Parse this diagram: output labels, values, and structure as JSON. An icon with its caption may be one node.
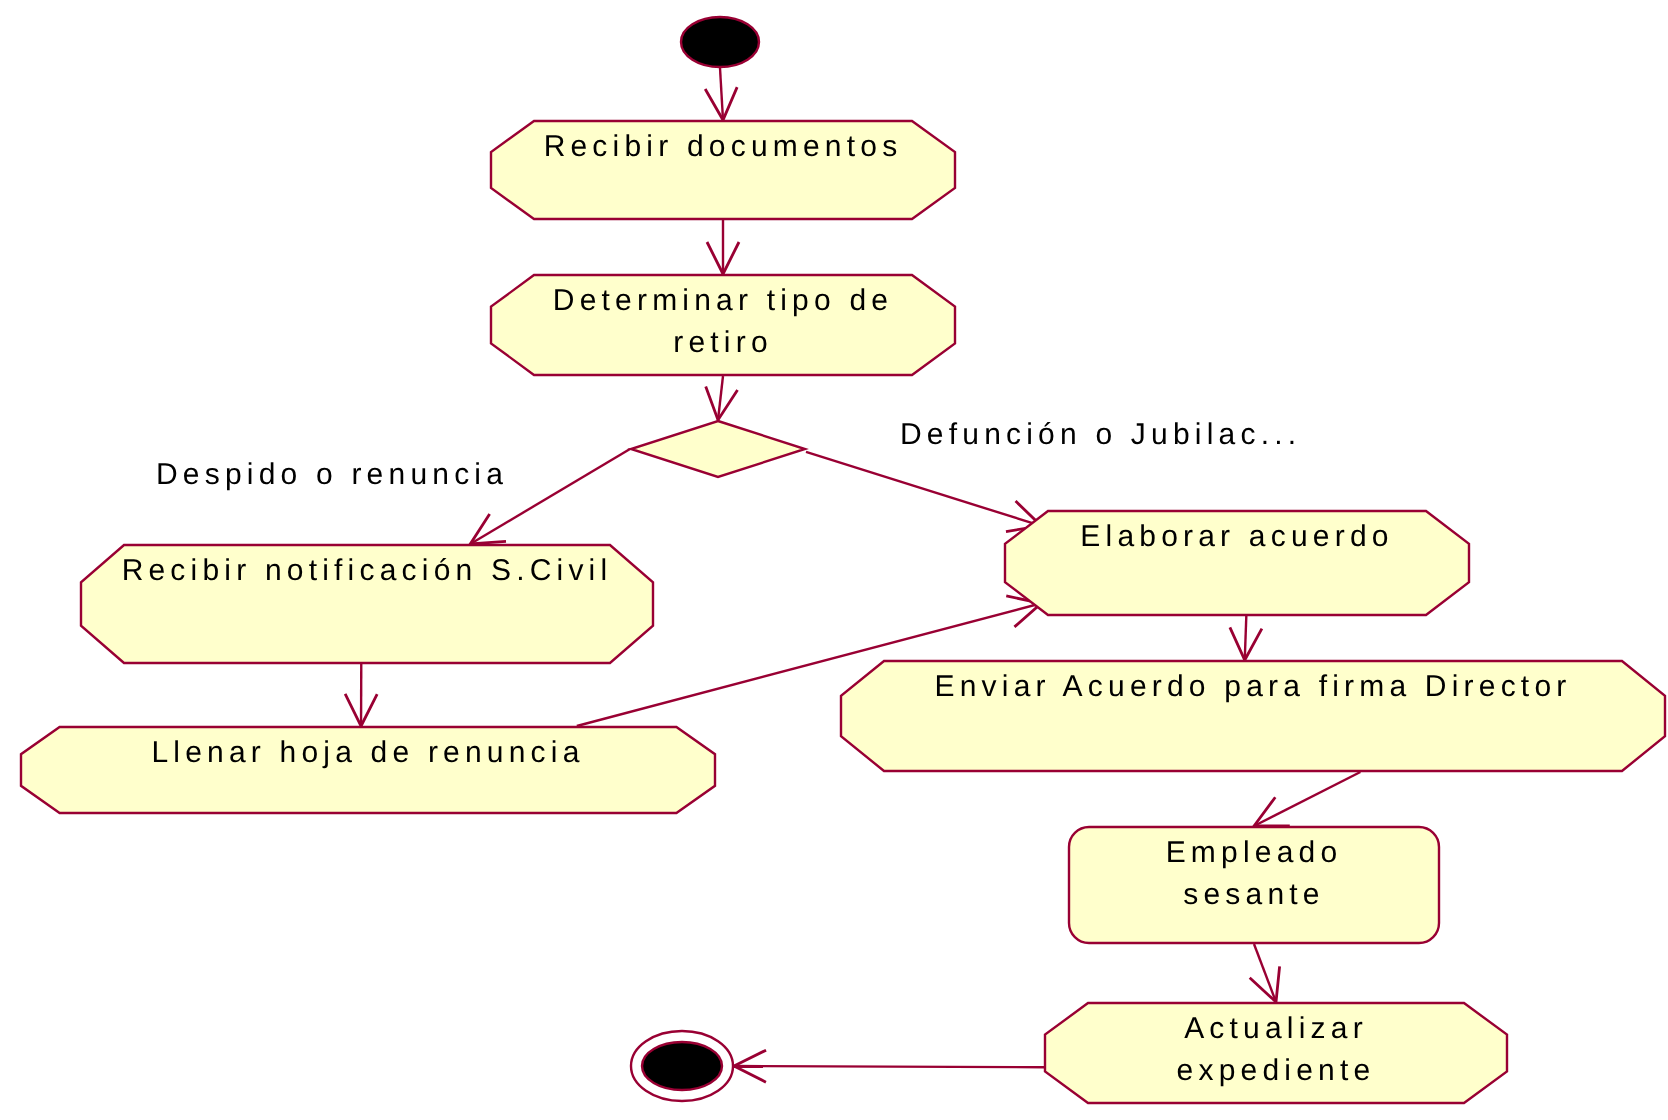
{
  "diagram": {
    "nodes": [
      {
        "text": [],
        "shape": "circle"
      },
      {
        "text": [
          "Recibir documentos"
        ]
      },
      {
        "text": [
          "Determinar tipo de retiro"
        ]
      },
      {
        "text": [],
        "shape": "diamond"
      },
      {
        "text": [
          "Recibir notificación S.Civil"
        ]
      },
      {
        "text": [
          "Llenar hoja de renuncia"
        ]
      },
      {
        "text": [
          "Elaborar acuerdo"
        ]
      },
      {
        "text": [
          "Enviar Acuerdo para firma Director"
        ]
      },
      {
        "text": [
          "Empleado sesante"
        ]
      },
      {
        "text": [
          "Actualizar expediente"
        ]
      },
      {
        "text": [],
        "shape": "circle"
      }
    ],
    "edges": [
      {
        "from": 0,
        "to": 1,
        "arrow": "to"
      },
      {
        "from": 1,
        "to": 2,
        "arrow": "to"
      },
      {
        "from": 2,
        "to": 3,
        "arrow": "to"
      },
      {
        "from": 3,
        "to": 4,
        "arrow": "to",
        "label": "Despido o renuncia"
      },
      {
        "from": 3,
        "to": 6,
        "arrow": "to",
        "label": "Defunción o Jubilac..."
      },
      {
        "from": 4,
        "to": 5,
        "arrow": "to"
      },
      {
        "from": 5,
        "to": 6,
        "arrow": "to"
      },
      {
        "from": 6,
        "to": 7,
        "arrow": "to"
      },
      {
        "from": 7,
        "to": 8,
        "arrow": "to"
      },
      {
        "from": 8,
        "to": 9,
        "arrow": "to"
      },
      {
        "from": 9,
        "to": 10,
        "arrow": "to"
      }
    ]
  }
}
